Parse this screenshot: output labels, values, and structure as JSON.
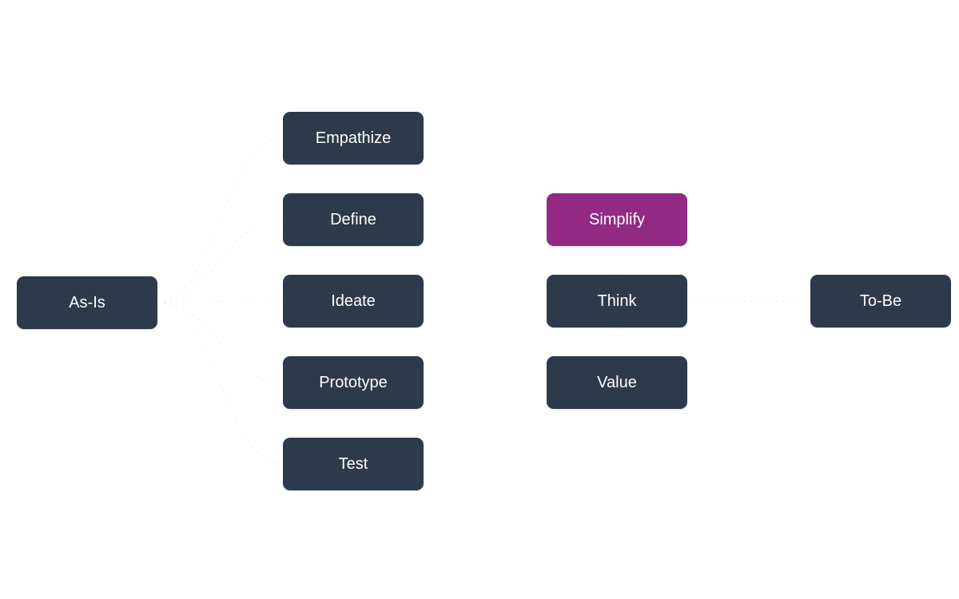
{
  "diagram": {
    "colors": {
      "node": "#2d3a4b",
      "accent": "#922a84",
      "text": "#ffffff"
    },
    "nodes": {
      "as_is": {
        "label": "As-Is"
      },
      "empathize": {
        "label": "Empathize"
      },
      "define": {
        "label": "Define"
      },
      "ideate": {
        "label": "Ideate"
      },
      "prototype": {
        "label": "Prototype"
      },
      "test": {
        "label": "Test"
      },
      "simplify": {
        "label": "Simplify",
        "highlighted": true
      },
      "think": {
        "label": "Think"
      },
      "value": {
        "label": "Value"
      },
      "to_be": {
        "label": "To-Be"
      }
    },
    "edges": [
      {
        "from": "As-Is",
        "to": "Empathize"
      },
      {
        "from": "As-Is",
        "to": "Define"
      },
      {
        "from": "As-Is",
        "to": "Ideate"
      },
      {
        "from": "As-Is",
        "to": "Prototype"
      },
      {
        "from": "As-Is",
        "to": "Test"
      },
      {
        "from": "Simplify",
        "to": "Think"
      },
      {
        "from": "Think",
        "to": "Value"
      },
      {
        "from": "Think",
        "to": "To-Be"
      }
    ]
  }
}
